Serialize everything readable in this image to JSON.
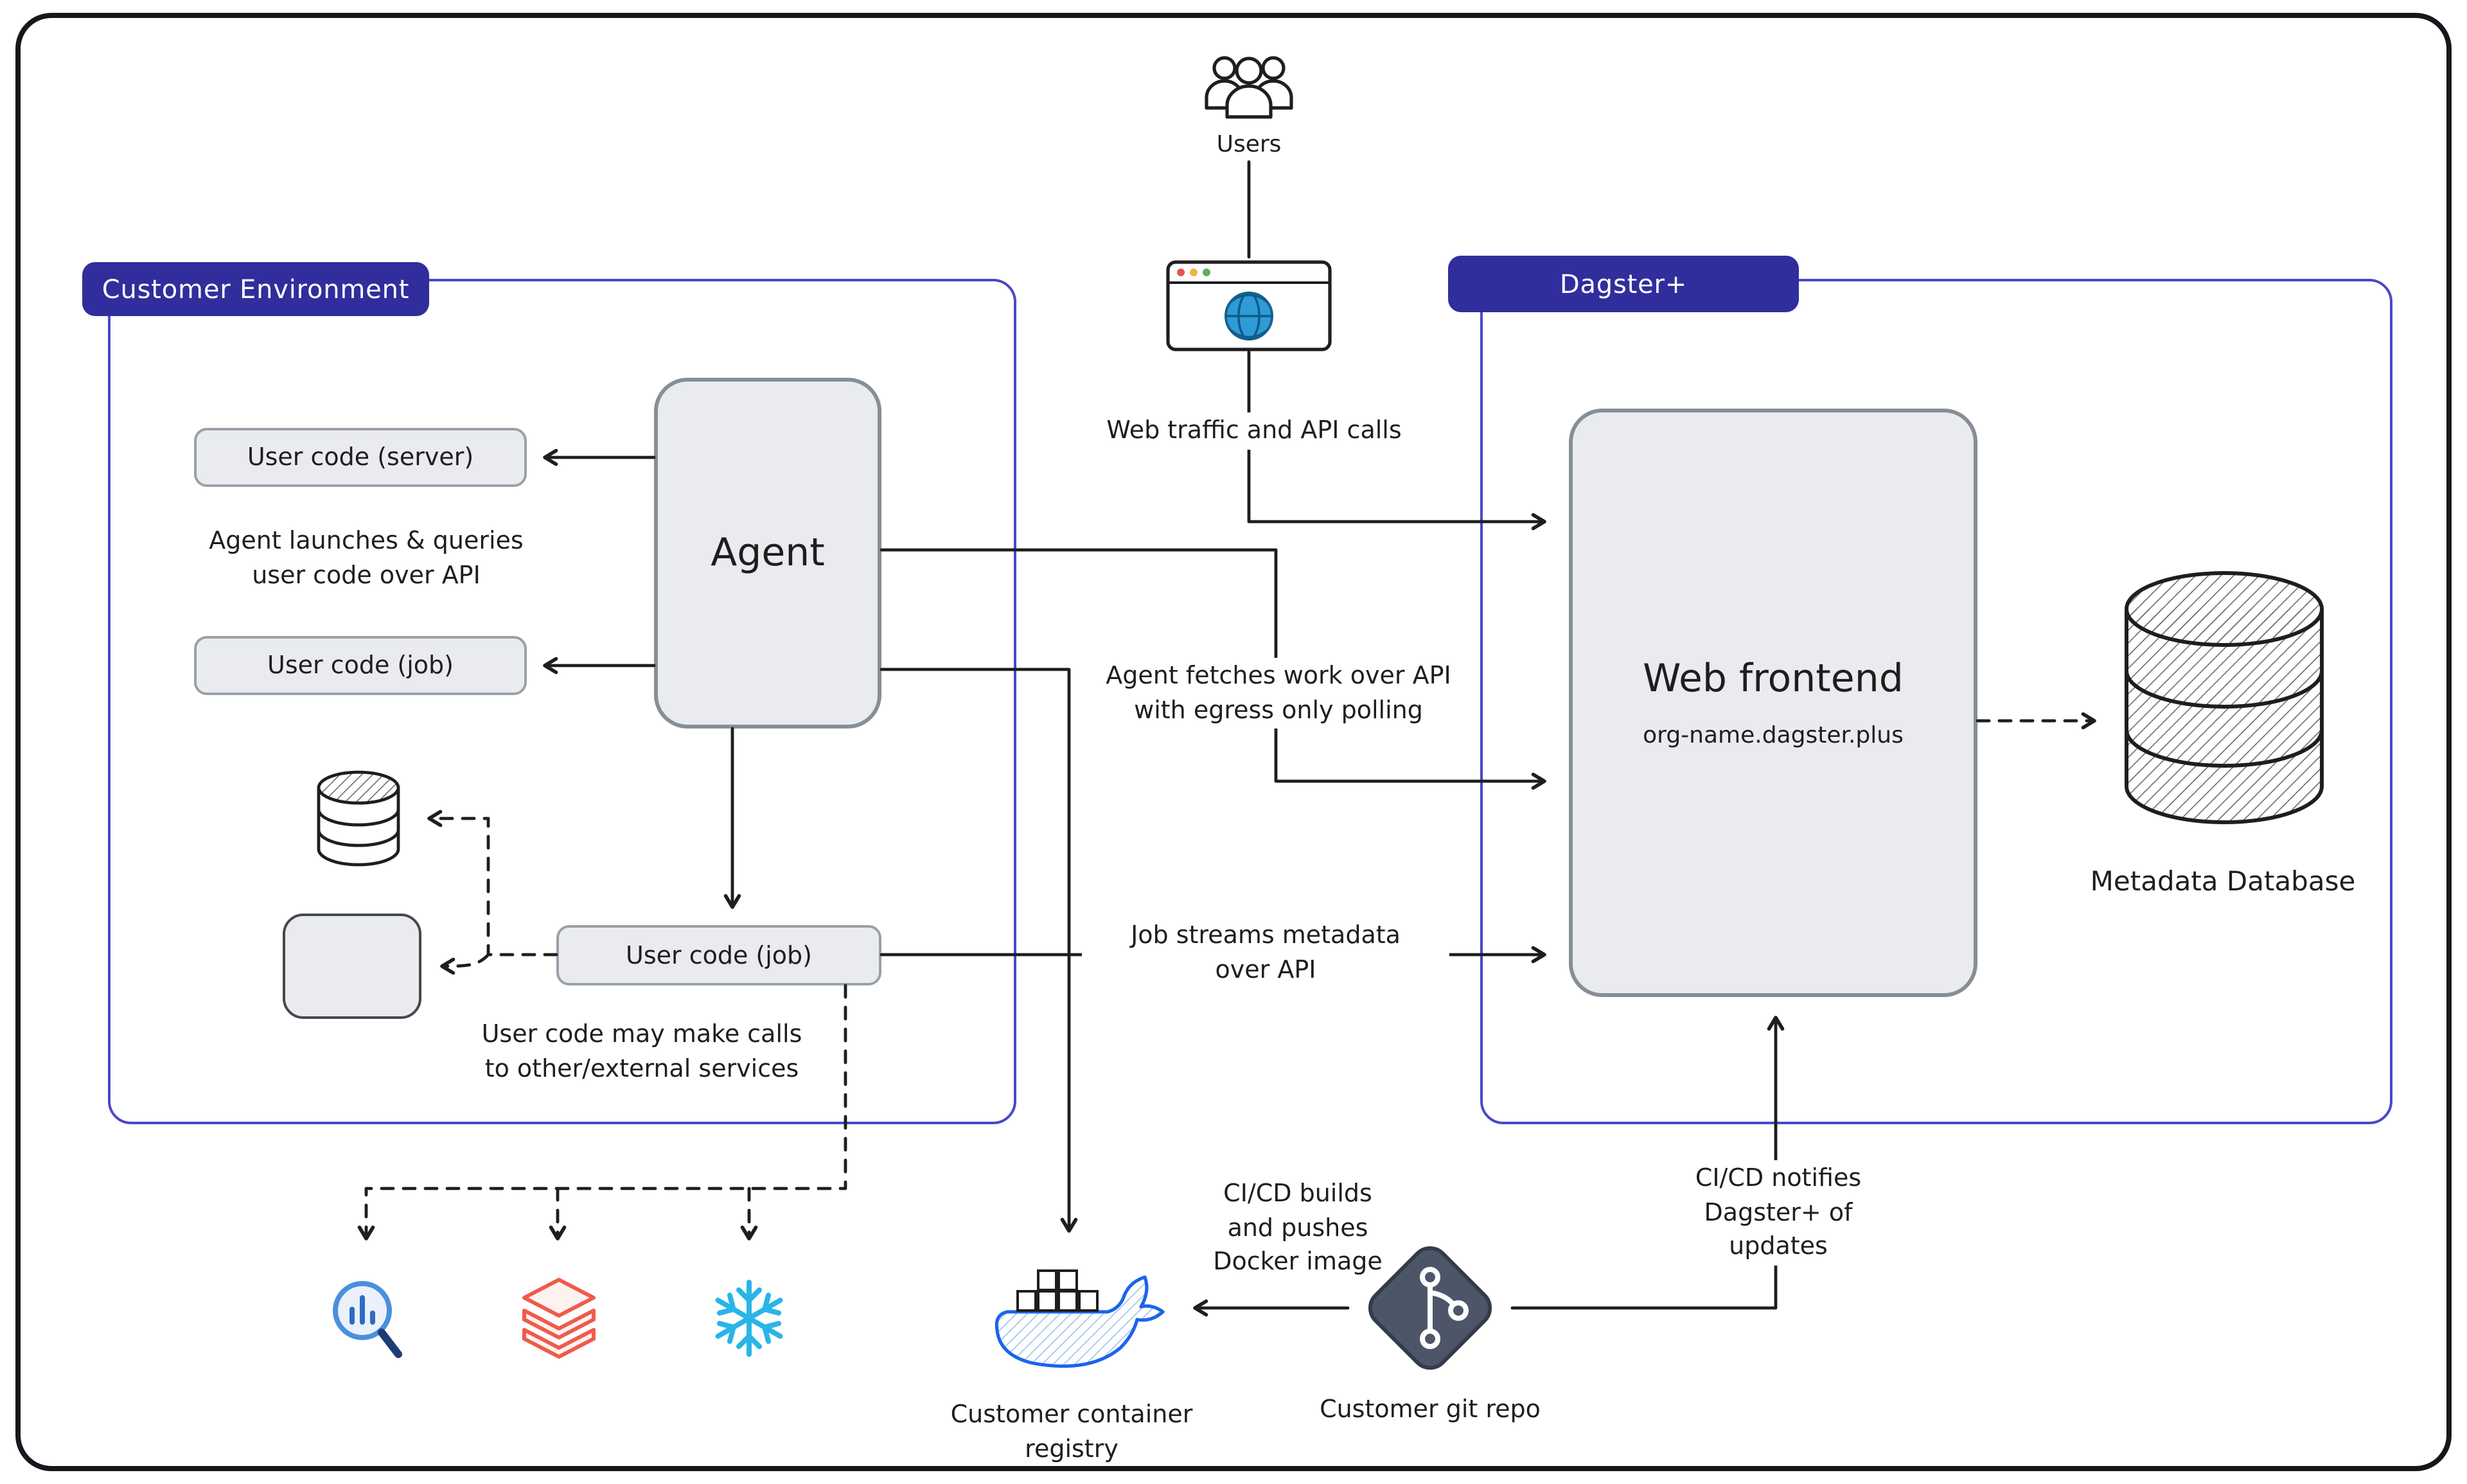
{
  "colors": {
    "frame_border": "#14171c",
    "accent_indigo": "#302e9c",
    "region_border_blue": "#4a48c8",
    "node_fill": "#e9ebee",
    "node_border": "#9aa1a8",
    "arrow": "#1e1e1e",
    "docker_blue": "#1d63ed",
    "databricks_coral": "#ef5b4b",
    "snowflake_blue": "#29b5e8",
    "git_slate": "#4d5668",
    "analytics_blue": "#4b8fdd",
    "globe_blue": "#2f9bd6"
  },
  "top": {
    "users_label": "Users",
    "web_traffic_label": "Web traffic and API calls"
  },
  "customer_env": {
    "tab": "Customer Environment",
    "user_code_server": "User code (server)",
    "user_code_job_top": "User code (job)",
    "user_code_job_bottom": "User code (job)",
    "agent": "Agent",
    "agent_note": "Agent launches & queries\nuser code over API",
    "external_note": "User code may make calls\nto other/external services"
  },
  "dagster_plus": {
    "tab": "Dagster+",
    "web_frontend_title": "Web frontend",
    "web_frontend_subtitle": "org-name.dagster.plus",
    "metadata_db_label": "Metadata Database"
  },
  "edges": {
    "agent_fetches": "Agent fetches work over API\nwith egress only polling",
    "job_streams": "Job streams metadata\nover API",
    "cicd_builds": "CI/CD builds\nand pushes\nDocker image",
    "cicd_notifies": "CI/CD notifies\nDagster+ of\nupdates"
  },
  "bottom": {
    "container_registry": "Customer container\nregistry",
    "git_repo": "Customer git repo"
  },
  "icons": [
    "users-icon",
    "browser-icon",
    "database-icon",
    "metadata-database-icon",
    "docker-whale-icon",
    "git-repo-icon",
    "analytics-icon",
    "databricks-icon",
    "snowflake-icon"
  ]
}
